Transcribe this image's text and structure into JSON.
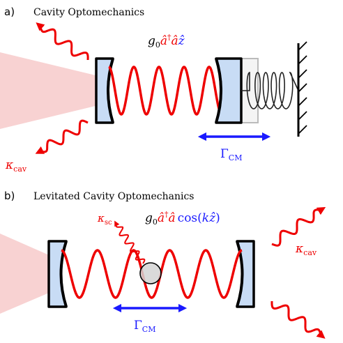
{
  "colors": {
    "cavity_field": "#ee0000",
    "mechanics": "#1a1aff",
    "mirror_fill": "#c8dcf5",
    "laser_beam": "#f8d2d2",
    "particle_fill": "#d3d3d3",
    "spring": "#222222"
  },
  "panel_a": {
    "letter": "a)",
    "title": "Cavity Optomechanics",
    "coupling": {
      "g": "g",
      "g_sub": "0",
      "field_op": "â",
      "dagger": "†",
      "field_op2": "â",
      "position_op": "ẑ"
    },
    "kappa": {
      "symbol": "κ",
      "sub": "cav"
    },
    "gamma": {
      "symbol": "Γ",
      "sub": "CM"
    }
  },
  "panel_b": {
    "letter": "b)",
    "title": "Levitated Cavity Optomechanics",
    "coupling": {
      "g": "g",
      "g_sub": "0",
      "field_op": "â",
      "dagger": "†",
      "field_op2": "â",
      "func": "cos(",
      "k": "k",
      "position_op": "ẑ",
      "close": ")"
    },
    "kappa_sc": {
      "symbol": "κ",
      "sub": "sc"
    },
    "kappa_cav": {
      "symbol": "κ",
      "sub": "cav"
    },
    "gamma": {
      "symbol": "Γ",
      "sub": "CM"
    }
  },
  "icons": {
    "mirror": "concave-mirror-icon",
    "spring": "spring-icon",
    "wall": "hatched-wall-icon",
    "particle": "levitated-particle-icon",
    "photon_loss": "wavy-arrow-icon",
    "motion": "double-arrow-icon"
  }
}
